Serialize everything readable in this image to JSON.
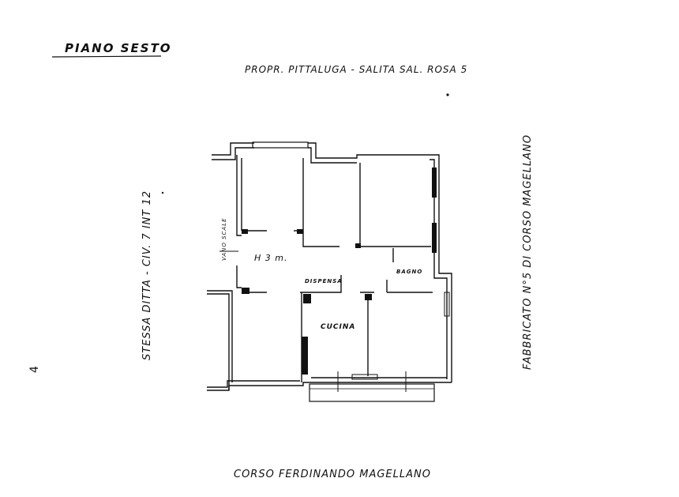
{
  "floor_title": "PIANO SESTO",
  "owner_note": "PROPR. PITTALUGA - SALITA SAL. ROSA 5",
  "left_note": "STESSA DITTA - CIV. 7 INT 12",
  "right_note": "FABBRICATO N°5 DI CORSO MAGELLANO",
  "bottom_note": "CORSO FERDINANDO MAGELLANO",
  "rooms": {
    "stairwell": "VANO SCALE",
    "height": "H 3 m.",
    "pantry": "DISPENSA",
    "bathroom": "BAGNO",
    "kitchen": "CUCINA"
  },
  "colors": {
    "ink": "#111111",
    "paper": "#ffffff"
  }
}
